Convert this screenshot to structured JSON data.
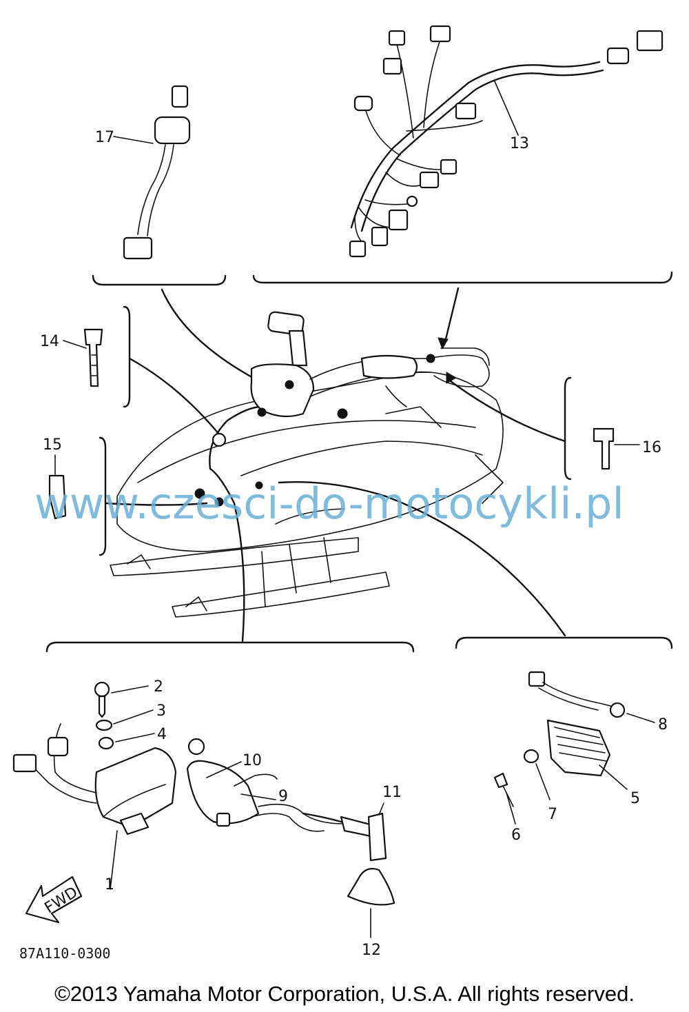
{
  "callouts": {
    "c1": "1",
    "c2": "2",
    "c3": "3",
    "c4": "4",
    "c5": "5",
    "c6": "6",
    "c7": "7",
    "c8": "8",
    "c9": "9",
    "c10": "10",
    "c11": "11",
    "c12": "12",
    "c13": "13",
    "c14": "14",
    "c15": "15",
    "c16": "16",
    "c17": "17"
  },
  "direction_arrow": {
    "label": "FWD",
    "icon": "forward-arrow-icon"
  },
  "diagram_code": "87A110-0300",
  "watermark": "www.czesci-do-motocykli.pl",
  "copyright": "©2013 Yamaha Motor Corporation, U.S.A. All rights reserved."
}
